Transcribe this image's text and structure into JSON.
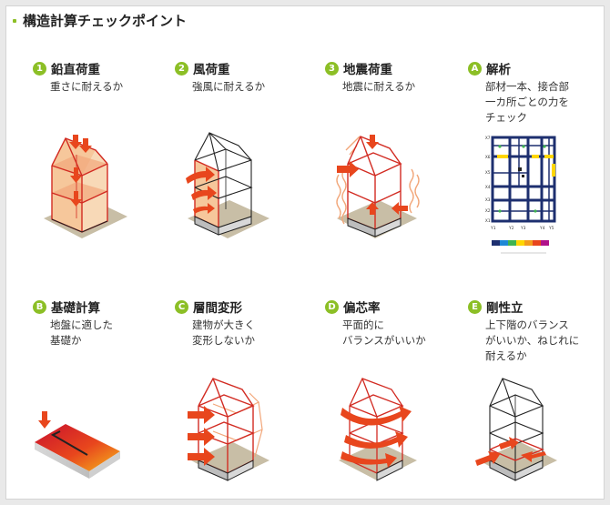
{
  "page_title": "構造計算チェックポイント",
  "items": [
    {
      "badge": "1",
      "title": "鉛直荷重",
      "desc": "重さに耐えるか"
    },
    {
      "badge": "2",
      "title": "風荷重",
      "desc": "強風に耐えるか"
    },
    {
      "badge": "3",
      "title": "地震荷重",
      "desc": "地震に耐えるか"
    },
    {
      "badge": "A",
      "title": "解析",
      "desc": "部材一本、接合部\n一カ所ごとの力を\nチェック"
    },
    {
      "badge": "B",
      "title": "基礎計算",
      "desc": "地盤に適した\n基礎か"
    },
    {
      "badge": "C",
      "title": "層間変形",
      "desc": "建物が大きく\n変形しないか"
    },
    {
      "badge": "D",
      "title": "偏芯率",
      "desc": "平面的に\nバランスがいいか"
    },
    {
      "badge": "E",
      "title": "剛性立",
      "desc": "上下階のバランス\nがいいか、ねじれに\n耐えるか"
    }
  ],
  "analysis": {
    "row_labels": [
      "X7",
      "X6",
      "X5",
      "X4",
      "X3",
      "X2",
      "X1"
    ],
    "col_labels": [
      "Y1",
      "Y2",
      "Y3",
      "Y4",
      "Y5"
    ]
  },
  "colors": {
    "accent": "#8cbf26",
    "arrow": "#e8461d",
    "frame_red": "#d22b22",
    "face": "#f6c79b",
    "ground": "#c8bea6"
  }
}
